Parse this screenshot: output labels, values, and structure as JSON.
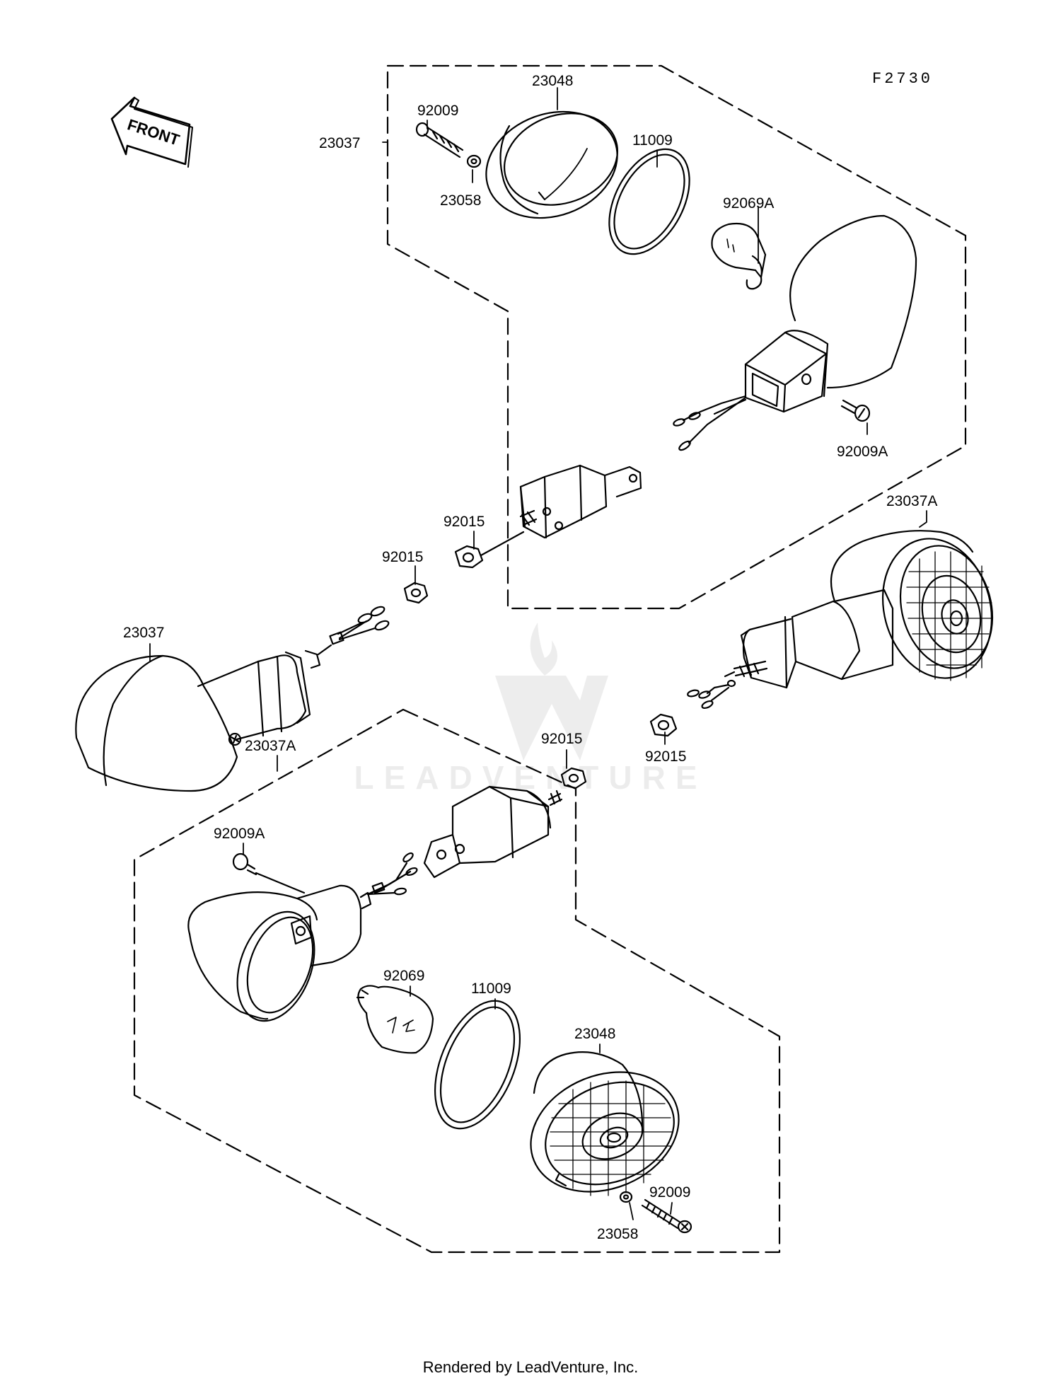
{
  "figure_code": "F2730",
  "front_arrow_label": "FRONT",
  "watermark": "LEADVENTURE",
  "footer": "Rendered by LeadVenture, Inc.",
  "labels": {
    "upper_lens": "23048",
    "upper_screw": "92009",
    "upper_assembly": "23037",
    "upper_washer": "23058",
    "upper_gasket": "11009",
    "upper_bulb": "92069A",
    "upper_housing_screw": "92009A",
    "upper_stem_nut": "92015",
    "left_nut": "92015",
    "right_assembly": "23037A",
    "left_assembly": "23037",
    "lower_assembly": "23037A",
    "lower_stem_nut": "92015",
    "right_nut": "92015",
    "lower_housing_screw": "92009A",
    "lower_bulb": "92069",
    "lower_gasket": "11009",
    "lower_lens": "23048",
    "lower_screw": "92009",
    "lower_washer": "23058"
  }
}
